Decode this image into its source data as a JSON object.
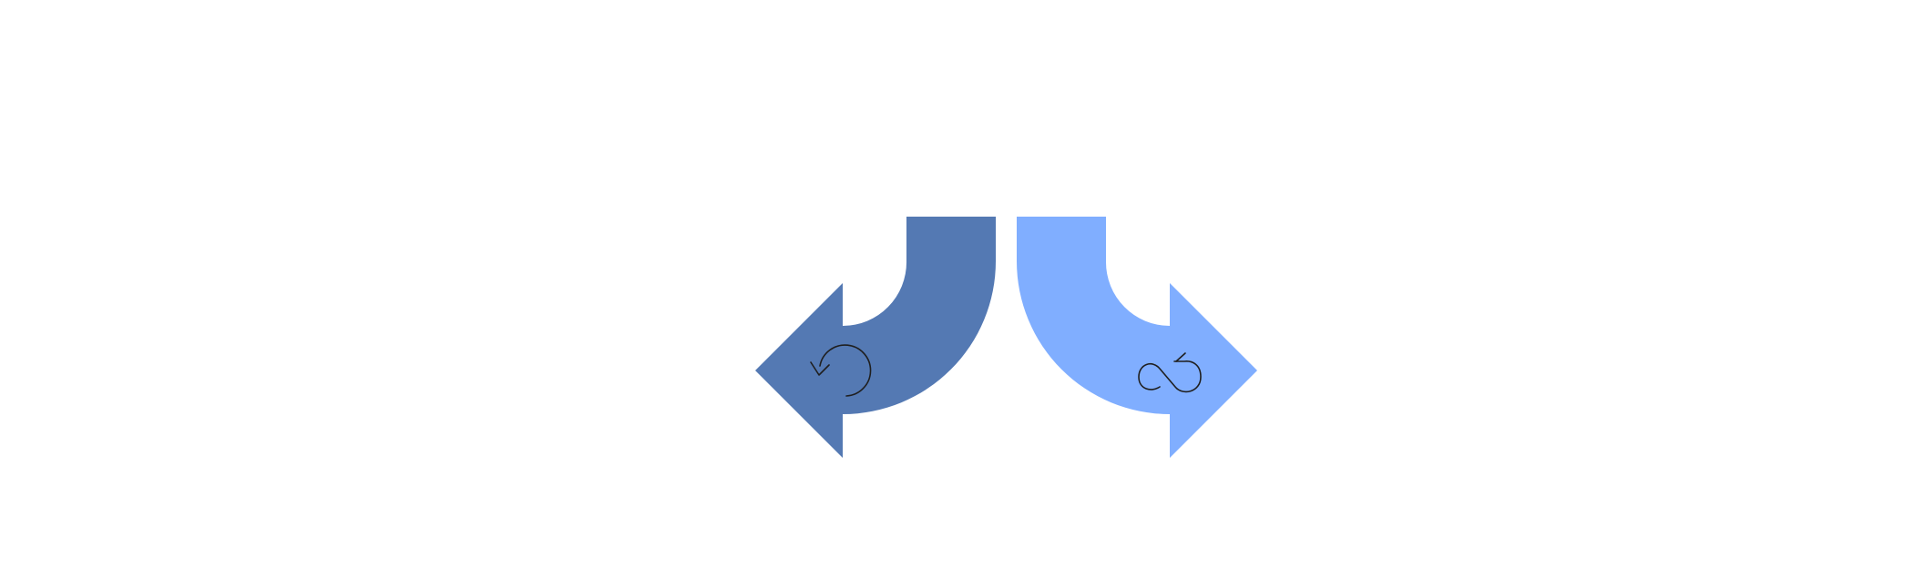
{
  "diagram": {
    "arrows": [
      {
        "id": "left-arrow",
        "direction": "left",
        "color": "#5479B3",
        "icon": "rotate-ccw-icon"
      },
      {
        "id": "right-arrow",
        "direction": "right",
        "color": "#80AEFF",
        "icon": "infinity-loop-icon"
      }
    ],
    "icon_color": "#1F1F1F",
    "background": "#FFFFFF"
  }
}
